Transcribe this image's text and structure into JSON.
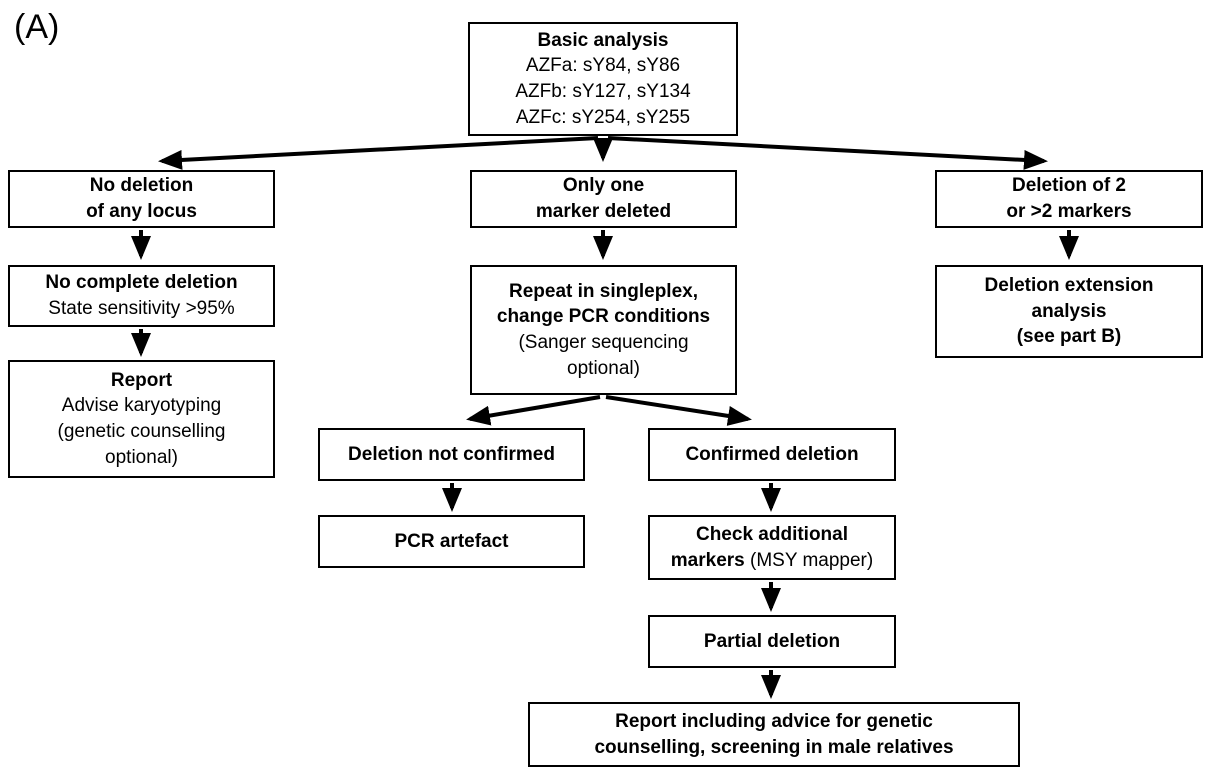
{
  "figure_label": "(A)",
  "colors": {
    "box_border": "#000000",
    "box_background": "#ffffff",
    "arrow": "#000000",
    "text": "#000000",
    "page_background": "#ffffff"
  },
  "nodes": {
    "basic_analysis": {
      "title": "Basic analysis",
      "lines": [
        "AZFa: sY84, sY86",
        "AZFb: sY127, sY134",
        "AZFc: sY254, sY255"
      ]
    },
    "no_deletion": {
      "lines": [
        "No deletion",
        "of any locus"
      ]
    },
    "no_complete_deletion": {
      "title": "No complete deletion",
      "subtitle": "State sensitivity >95%"
    },
    "report_karyotyping": {
      "title": "Report",
      "subtitle": "Advise karyotyping (genetic counselling optional)"
    },
    "only_one_marker": {
      "lines": [
        "Only one",
        "marker deleted"
      ]
    },
    "repeat_singleplex": {
      "lines": [
        "Repeat in singleplex,",
        "change PCR conditions"
      ],
      "subtitle": "(Sanger sequencing optional)"
    },
    "deletion_not_confirmed": {
      "title": "Deletion not confirmed"
    },
    "pcr_artefact": {
      "title": "PCR artefact"
    },
    "confirmed_deletion": {
      "title": "Confirmed deletion"
    },
    "check_additional_markers": {
      "title": "Check additional markers",
      "note": "(MSY mapper)"
    },
    "partial_deletion": {
      "title": "Partial deletion"
    },
    "report_counselling": {
      "lines": [
        "Report including advice for genetic",
        "counselling, screening in male relatives"
      ]
    },
    "deletion_two_or_more": {
      "lines": [
        "Deletion of 2",
        "or >2 markers"
      ]
    },
    "deletion_extension": {
      "lines": [
        "Deletion extension",
        "analysis",
        "(see part B)"
      ]
    }
  }
}
